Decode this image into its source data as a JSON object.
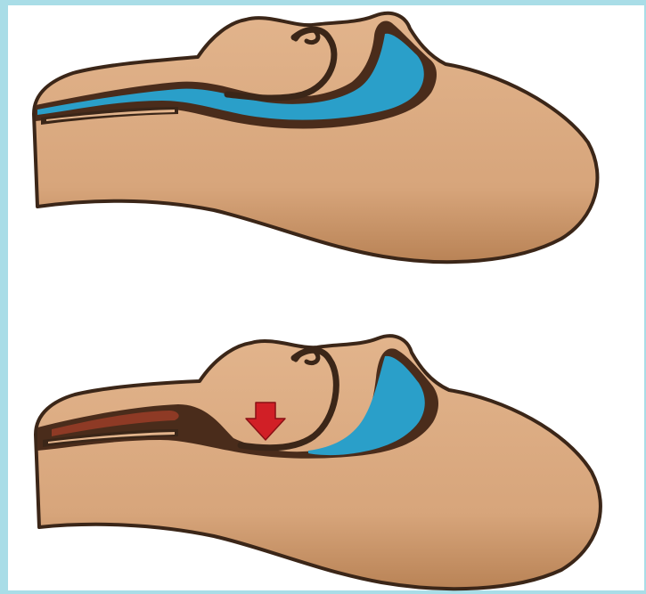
{
  "panels": [
    {
      "id": "open-airway",
      "airway_state": "open",
      "arrow_visible": false
    },
    {
      "id": "obstructed-airway",
      "airway_state": "collapsed",
      "arrow_visible": true
    }
  ],
  "colors": {
    "frame": "#a9dde7",
    "background": "#ffffff",
    "skin": "#dcab82",
    "skin_shade": "#c58f62",
    "outline": "#3b2618",
    "airway_blue": "#2a9fc9",
    "tissue_dark": "#4a2c1b",
    "tissue_red": "#8e3a25",
    "arrow_red": "#d11f26"
  }
}
